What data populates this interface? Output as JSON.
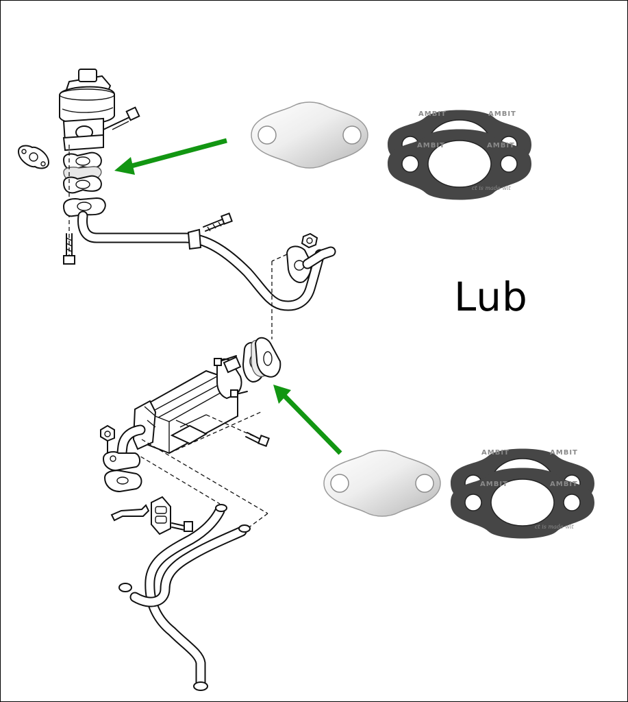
{
  "label": {
    "text": "Lub"
  },
  "gasket_marking": {
    "brand": "AMBIT",
    "fine_print": "ct is made wit"
  },
  "colors": {
    "arrow": "#129612",
    "gasket": "#464646",
    "plate_light": "#f4f4f4",
    "plate_dark": "#b8b8b8",
    "outline": "#111111"
  },
  "icons": [
    "egr-valve-icon",
    "egr-cooler-icon",
    "blanking-plate-icon",
    "gasket-icon",
    "bolt-icon",
    "hose-clamp-icon",
    "arrow-icon"
  ]
}
